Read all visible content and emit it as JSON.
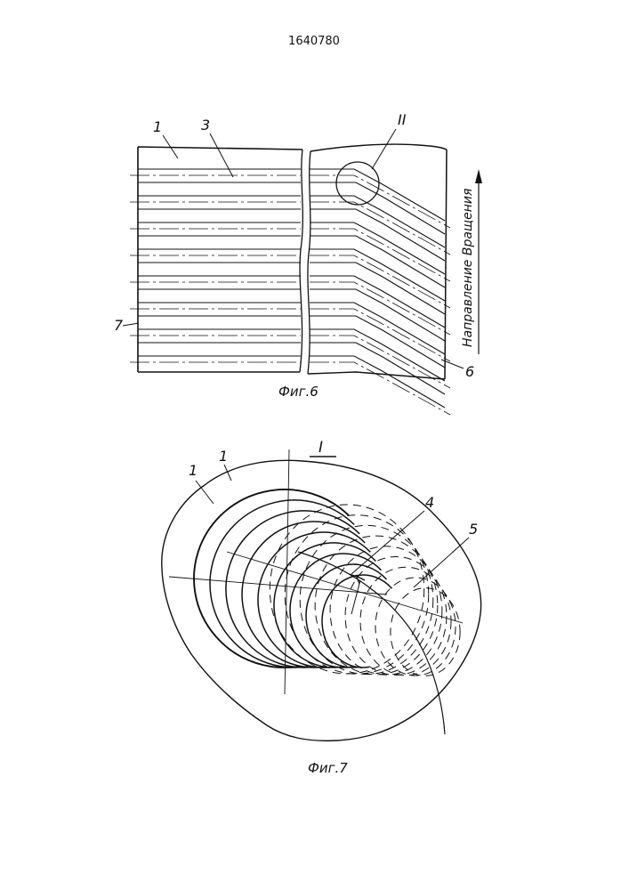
{
  "patent_number": "1640780",
  "figure6": {
    "caption": "Фиг.6",
    "label_1": "1",
    "label_3": "3",
    "label_detail": "II",
    "label_7": "7",
    "label_6": "6",
    "rotation_text": "Направление Вращения"
  },
  "figure7": {
    "caption": "Фиг.7",
    "section_label": "I",
    "label_1a": "1",
    "label_1b": "1",
    "label_4": "4",
    "label_5": "5"
  }
}
